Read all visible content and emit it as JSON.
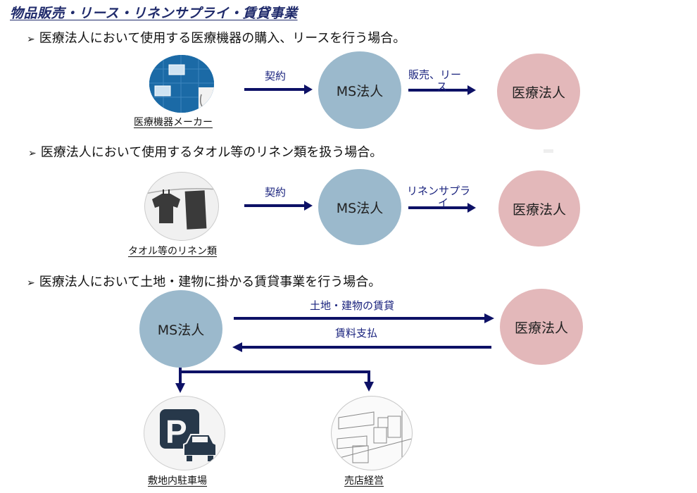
{
  "title": "物品販売・リース・リネンサプライ・賃貸事業",
  "colors": {
    "arrow": "#0d1166",
    "ms_circle": "#9bb9cc",
    "medical_circle": "#e3b8ba",
    "title": "#1f2a6b",
    "label": "#1a237e"
  },
  "sections": [
    {
      "bullet_icon": "arrow-bullet-icon",
      "heading": "医療法人において使用する医療機器の購入、リースを行う場合。",
      "source": {
        "caption": "医療機器メーカー",
        "icon": "medical-equipment-icon"
      },
      "arrow1_label": "契約",
      "ms_node": "MS法人",
      "arrow2_label_line1": "販売、リー",
      "arrow2_label_line2": "ス",
      "target_node": "医療法人"
    },
    {
      "bullet_icon": "arrow-bullet-icon",
      "heading": "医療法人において使用するタオル等のリネン類を扱う場合。",
      "source": {
        "caption": "タオル等のリネン類",
        "icon": "laundry-icon"
      },
      "arrow1_label": "契約",
      "ms_node": "MS法人",
      "arrow2_label_line1": "リネンサプラ",
      "arrow2_label_line2": "イ",
      "target_node": "医療法人"
    },
    {
      "bullet_icon": "arrow-bullet-icon",
      "heading": "医療法人において土地・建物に掛かる賃貸事業を行う場合。",
      "ms_node": "MS法人",
      "target_node": "医療法人",
      "forward_label": "土地・建物の賃貸",
      "backward_label": "賃料支払",
      "branches": [
        {
          "caption": "敷地内駐車場",
          "icon": "parking-icon"
        },
        {
          "caption": "売店経営",
          "icon": "shop-icon"
        }
      ]
    }
  ]
}
